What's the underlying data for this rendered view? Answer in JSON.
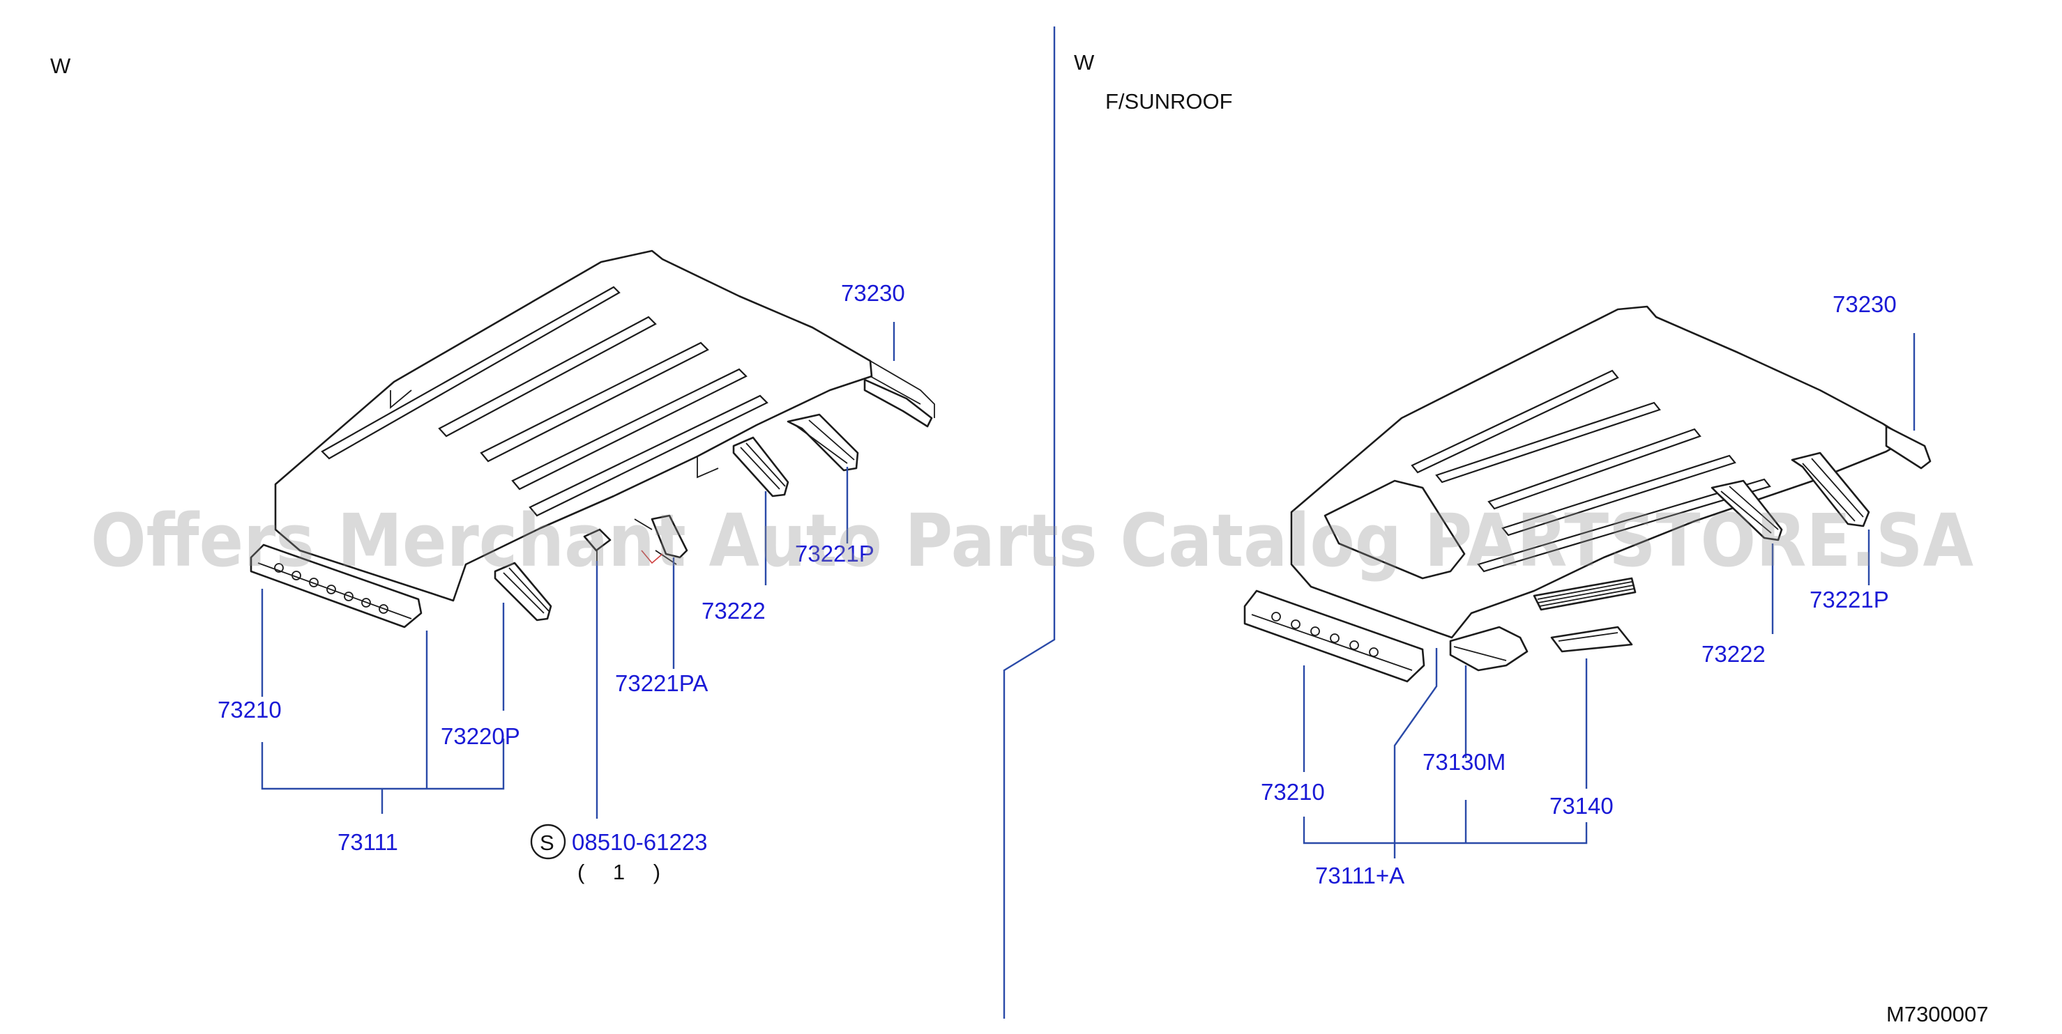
{
  "left_panel": {
    "variant": "W",
    "callouts": {
      "rear_rail": "73230",
      "front_header": "73210",
      "bow_center": "73220P",
      "bow_rear_right": "73221P",
      "bow_mid": "73222",
      "bracket": "73221PA",
      "assembly": "73111",
      "screw_part": "08510-61223",
      "screw_qty": "( 1 )",
      "screw_symbol": "S"
    }
  },
  "right_panel": {
    "variant": "W",
    "option": "F/SUNROOF",
    "callouts": {
      "rear_rail": "73230",
      "bow_rear_right": "73221P",
      "bow_mid": "73222",
      "front_header": "73210",
      "sunroof_frame": "73130M",
      "sunroof_rail": "73140",
      "assembly": "73111+A"
    }
  },
  "diagram_code": "M7300007",
  "watermark": "Offers Merchant Auto Parts Catalog PARTSTORE.SA",
  "colors": {
    "label": "#1a1ad6",
    "leader": "#2a4aa8",
    "line": "#1c1c1c"
  }
}
